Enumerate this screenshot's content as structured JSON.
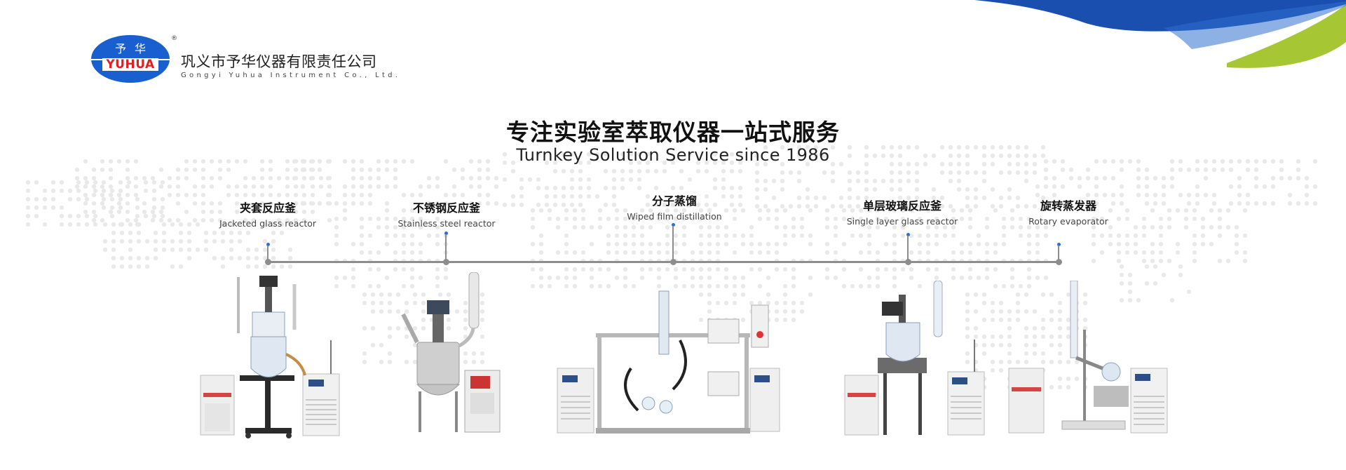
{
  "brand": {
    "logo_top_text": "予华",
    "logo_bottom_text": "YUHUA",
    "registered_mark": "®",
    "company_cn": "巩义市予华仪器有限责任公司",
    "company_en": "Gongyi Yuhua Instrument Co., Ltd."
  },
  "headline": {
    "cn": "专注实验室萃取仪器一站式服务",
    "en": "Turnkey Solution Service since 1986"
  },
  "products": [
    {
      "cn": "夹套反应釜",
      "en": "Jacketed glass reactor"
    },
    {
      "cn": "不锈钢反应釜",
      "en": "Stainless steel reactor"
    },
    {
      "cn": "分子蒸馏",
      "en": "Wiped film distillation"
    },
    {
      "cn": "单层玻璃反应釜",
      "en": "Single layer glass reactor"
    },
    {
      "cn": "旋转蒸发器",
      "en": "Rotary evaporator"
    }
  ],
  "colors": {
    "accent_blue": "#1a4fb0",
    "accent_green": "#a6c634",
    "timeline_gray": "#8d8d8d",
    "logo_red": "#e02020"
  }
}
